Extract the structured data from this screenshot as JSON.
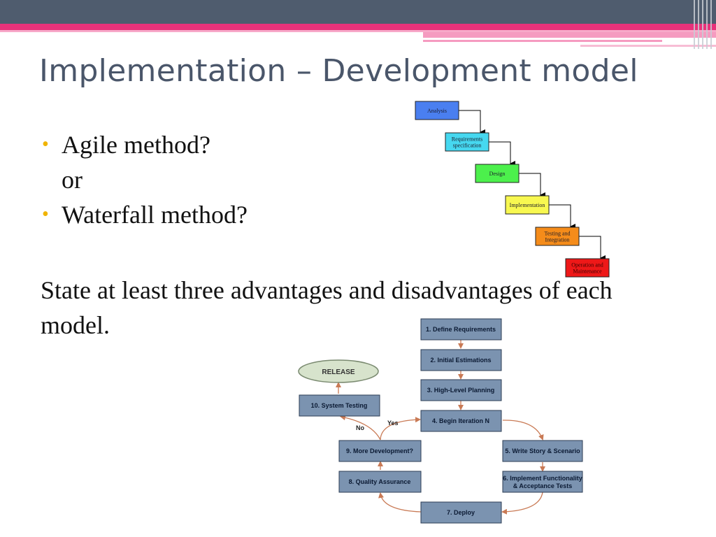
{
  "slide": {
    "title": "Implementation – Development model",
    "bullets": [
      {
        "text": "Agile method?",
        "bulleted": true
      },
      {
        "text": "or",
        "bulleted": false
      },
      {
        "text": "Waterfall method?",
        "bulleted": true
      }
    ],
    "prompt": "State at least three advantages and disadvantages of each model."
  },
  "waterfall": {
    "steps": [
      {
        "lines": [
          "Analysis"
        ],
        "color": "#4a7ff0"
      },
      {
        "lines": [
          "Requirements",
          "specification"
        ],
        "color": "#46d8f0"
      },
      {
        "lines": [
          "Design"
        ],
        "color": "#4cf04c"
      },
      {
        "lines": [
          "Implementation"
        ],
        "color": "#f8f850"
      },
      {
        "lines": [
          "Testing and",
          "Integration"
        ],
        "color": "#f58c1a"
      },
      {
        "lines": [
          "Operation and",
          "Maintenance"
        ],
        "color": "#ee1818"
      }
    ]
  },
  "agile": {
    "box_color": "#7b93b0",
    "arrow_color": "#c97a55",
    "release_color": "#d7e3cc",
    "nodes": {
      "n1": "1. Define Requirements",
      "n2": "2. Initial Estimations",
      "n3": "3. High-Level Planning",
      "n4": "4. Begin Iteration N",
      "n5": "5. Write Story & Scenario",
      "n6a": "6. Implement Functionality",
      "n6b": "& Acceptance Tests",
      "n7": "7. Deploy",
      "n8": "8. Quality Assurance",
      "n9": "9. More Development?",
      "n10": "10. System Testing",
      "release": "RELEASE"
    },
    "labels": {
      "yes": "Yes",
      "no": "No"
    }
  }
}
